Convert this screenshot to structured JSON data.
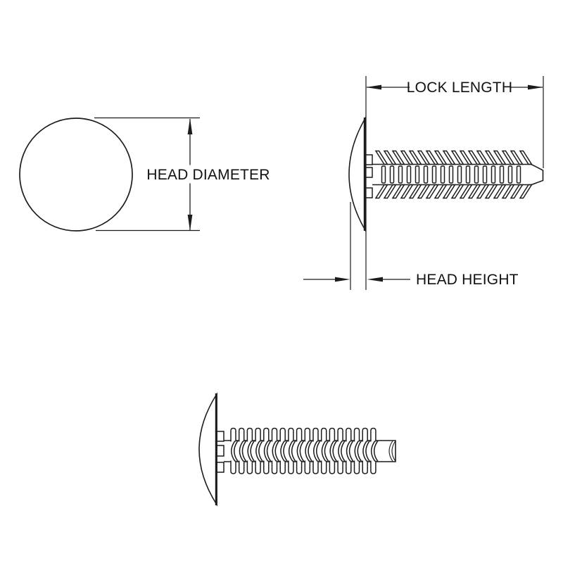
{
  "diagram": {
    "labels": {
      "head_diameter": "HEAD DIAMETER",
      "lock_length": "LOCK LENGTH",
      "head_height": "HEAD HEIGHT"
    },
    "colors": {
      "line": "#1c1c1c",
      "text": "#111111",
      "background": "#ffffff"
    }
  }
}
